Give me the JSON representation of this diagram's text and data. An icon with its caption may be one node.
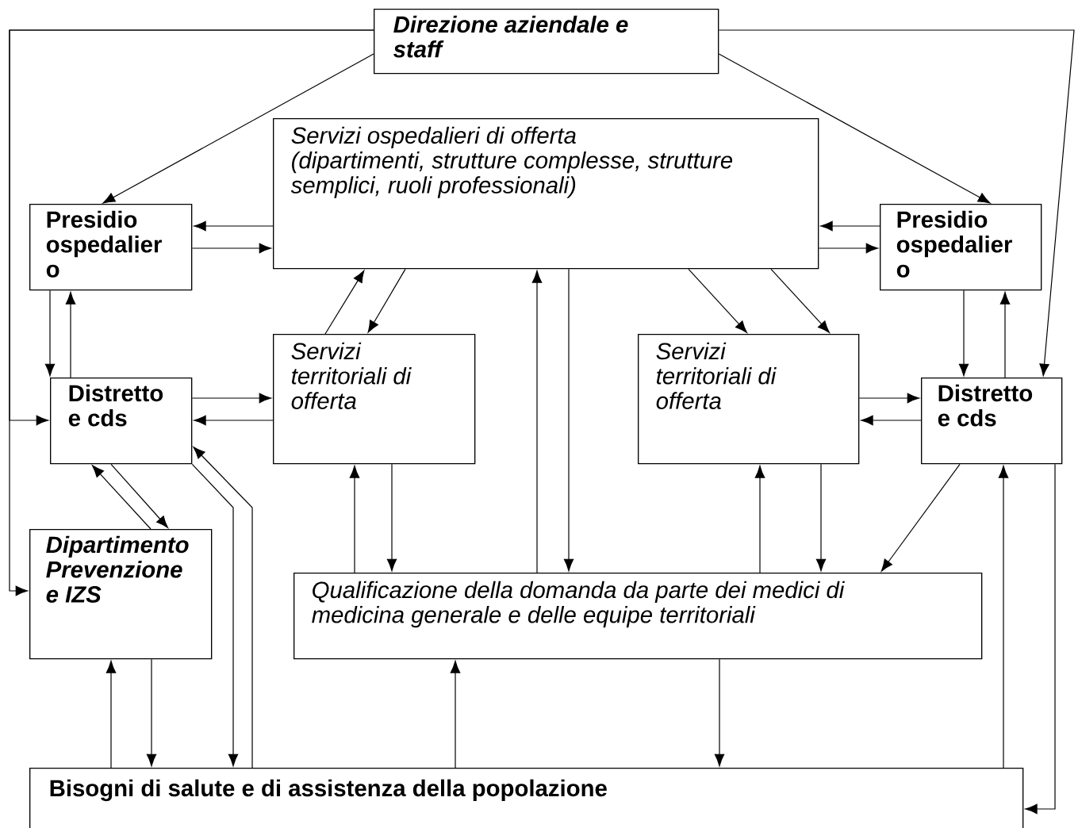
{
  "diagram": {
    "nodes": [
      {
        "text": [
          "Direzione aziendale e staff"
        ]
      },
      {
        "text": [
          "Servizi ospedalieri di offerta",
          "(dipartimenti, strutture complesse, strutture semplici, ruoli professionali)"
        ]
      },
      {
        "text": [
          "Presidio ospedalier o"
        ]
      },
      {
        "text": [
          "Presidio ospedalier o"
        ]
      },
      {
        "text": [
          "Servizi territoriali di offerta"
        ]
      },
      {
        "text": [
          "Servizi territoriali di offerta"
        ]
      },
      {
        "text": [
          "Distretto e cds"
        ]
      },
      {
        "text": [
          "Distretto e cds"
        ]
      },
      {
        "text": [
          "Dipartimento Prevenzione e IZS"
        ]
      },
      {
        "text": [
          "Qualificazione della domanda da parte dei medici di medicina generale e delle equipe territoriali"
        ]
      },
      {
        "text": [
          "Bisogni di salute e di assistenza della popolazione"
        ]
      }
    ],
    "edges": [
      {
        "from": 0,
        "to": 2,
        "arrow": "to"
      },
      {
        "from": 0,
        "to": 3,
        "arrow": "to"
      },
      {
        "from": 0,
        "to": 6,
        "arrow": "to"
      },
      {
        "from": 0,
        "to": 8,
        "arrow": "to"
      },
      {
        "from": 0,
        "to": 7,
        "arrow": "to"
      },
      {
        "from": 1,
        "to": 2,
        "arrow": "to"
      },
      {
        "from": 2,
        "to": 1,
        "arrow": "to"
      },
      {
        "from": 3,
        "to": 1,
        "arrow": "to"
      },
      {
        "from": 1,
        "to": 3,
        "arrow": "to"
      },
      {
        "from": 2,
        "to": 6,
        "arrow": "to"
      },
      {
        "from": 6,
        "to": 2,
        "arrow": "to"
      },
      {
        "from": 4,
        "to": 1,
        "arrow": "to"
      },
      {
        "from": 1,
        "to": 4,
        "arrow": "to"
      },
      {
        "from": 1,
        "to": 5,
        "arrow": "to"
      },
      {
        "from": 1,
        "to": 5,
        "arrow": "to"
      },
      {
        "from": 6,
        "to": 4,
        "arrow": "to"
      },
      {
        "from": 4,
        "to": 6,
        "arrow": "to"
      },
      {
        "from": 5,
        "to": 7,
        "arrow": "to"
      },
      {
        "from": 7,
        "to": 5,
        "arrow": "to"
      },
      {
        "from": 3,
        "to": 7,
        "arrow": "to"
      },
      {
        "from": 7,
        "to": 3,
        "arrow": "to"
      },
      {
        "from": 6,
        "to": 8,
        "arrow": "to"
      },
      {
        "from": 8,
        "to": 6,
        "arrow": "to"
      },
      {
        "from": 6,
        "to": 10,
        "arrow": "to"
      },
      {
        "from": 10,
        "to": 6,
        "arrow": "to"
      },
      {
        "from": 10,
        "to": 8,
        "arrow": "to"
      },
      {
        "from": 8,
        "to": 10,
        "arrow": "to"
      },
      {
        "from": 4,
        "to": 9,
        "arrow": "to"
      },
      {
        "from": 9,
        "to": 4,
        "arrow": "to"
      },
      {
        "from": 9,
        "to": 1,
        "arrow": "to"
      },
      {
        "from": 1,
        "to": 9,
        "arrow": "to"
      },
      {
        "from": 5,
        "to": 9,
        "arrow": "to"
      },
      {
        "from": 9,
        "to": 5,
        "arrow": "to"
      },
      {
        "from": 7,
        "to": 9,
        "arrow": "to"
      },
      {
        "from": 10,
        "to": 9,
        "arrow": "to"
      },
      {
        "from": 9,
        "to": 10,
        "arrow": "to"
      },
      {
        "from": 10,
        "to": 7,
        "arrow": "to"
      },
      {
        "from": 7,
        "to": 10,
        "arrow": "to"
      }
    ]
  }
}
